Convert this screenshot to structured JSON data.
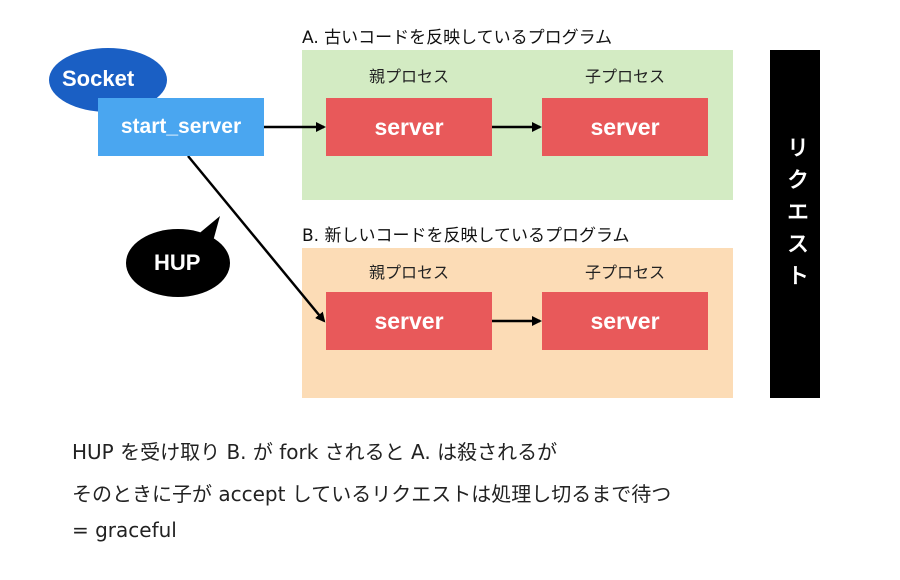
{
  "socket_bubble": {
    "label": "Socket",
    "color": "#1a5fc4"
  },
  "start_server": {
    "label": "start_server",
    "color": "#4aa6f0"
  },
  "hup_bubble": {
    "label": "HUP",
    "color": "#000000"
  },
  "group_a": {
    "title": "A. 古いコードを反映しているプログラム",
    "color": "#d3ebc3",
    "parent_label": "親プロセス",
    "child_label": "子プロセス",
    "parent_server": "server",
    "child_server": "server"
  },
  "group_b": {
    "title": "B. 新しいコードを反映しているプログラム",
    "color": "#fcdcb6",
    "parent_label": "親プロセス",
    "child_label": "子プロセス",
    "parent_server": "server",
    "child_server": "server"
  },
  "server_color": "#e8595a",
  "request_bar": {
    "label": "リクエスト",
    "color": "#000000"
  },
  "notes": [
    "HUP を受け取り B. が fork されると A. は殺されるが",
    "そのときに子が accept しているリクエストは処理し切るまで待つ",
    "= graceful"
  ]
}
